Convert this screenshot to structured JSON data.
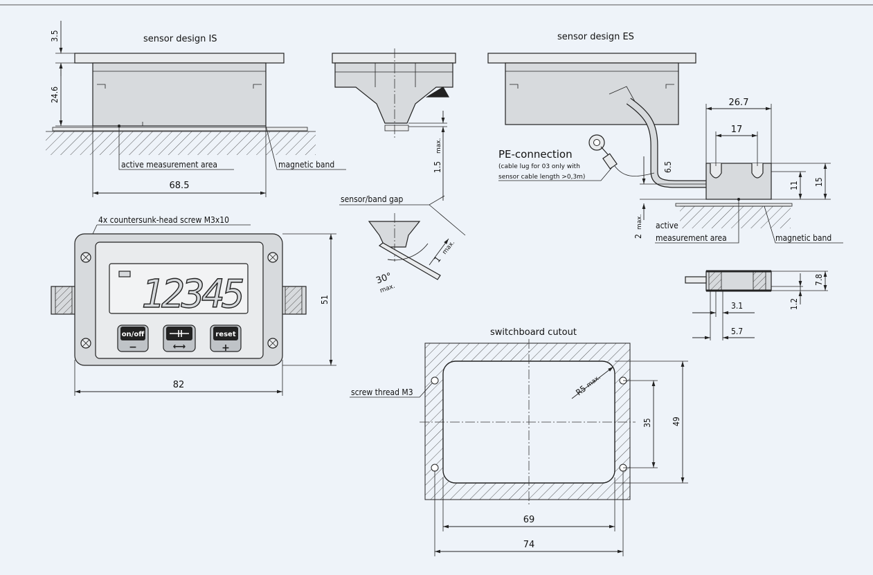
{
  "views": {
    "sensor_is_title": "sensor design IS",
    "sensor_es_title": "sensor design ES",
    "switchboard_title": "switchboard cutout"
  },
  "labels": {
    "active_measurement_area": "active measurement area",
    "magnetic_band": "magnetic band",
    "sensor_band_gap": "sensor/band gap",
    "screw_note": "4x countersunk-head screw  M3x10",
    "pe_connection": "PE-connection",
    "pe_note_line1": "(cable lug for 03 only with",
    "pe_note_line2": "sensor cable length  >0,3m)",
    "active_line1": "active",
    "active_line2": "measurement area",
    "magnetic_band_es": "magnetic band",
    "screw_thread": "screw thread M3",
    "r5": "R5",
    "max": "max."
  },
  "display": {
    "digits": "12345",
    "btn_onoff": "on/off",
    "btn_onoff_sub": "−",
    "btn_mid_sub": "⟷",
    "btn_reset": "reset",
    "btn_reset_sub": "+"
  },
  "dimensions": {
    "d3_5": "3.5",
    "d24_6": "24.6",
    "d68_5": "68.5",
    "d1_5": "1.5",
    "d1": "1",
    "d30": "30°",
    "d51": "51",
    "d82": "82",
    "d26_7": "26.7",
    "d17": "17",
    "d6_5": "6.5",
    "d11": "11",
    "d15": "15",
    "d2": "2",
    "d7_8": "7.8",
    "d1_2": "1.2",
    "d3_1": "3.1",
    "d5_7": "5.7",
    "d35": "35",
    "d49": "49",
    "d69": "69",
    "d74": "74"
  },
  "colors": {
    "background": "#eef3f9",
    "part_fill": "#d7dadd",
    "line": "#222222"
  }
}
